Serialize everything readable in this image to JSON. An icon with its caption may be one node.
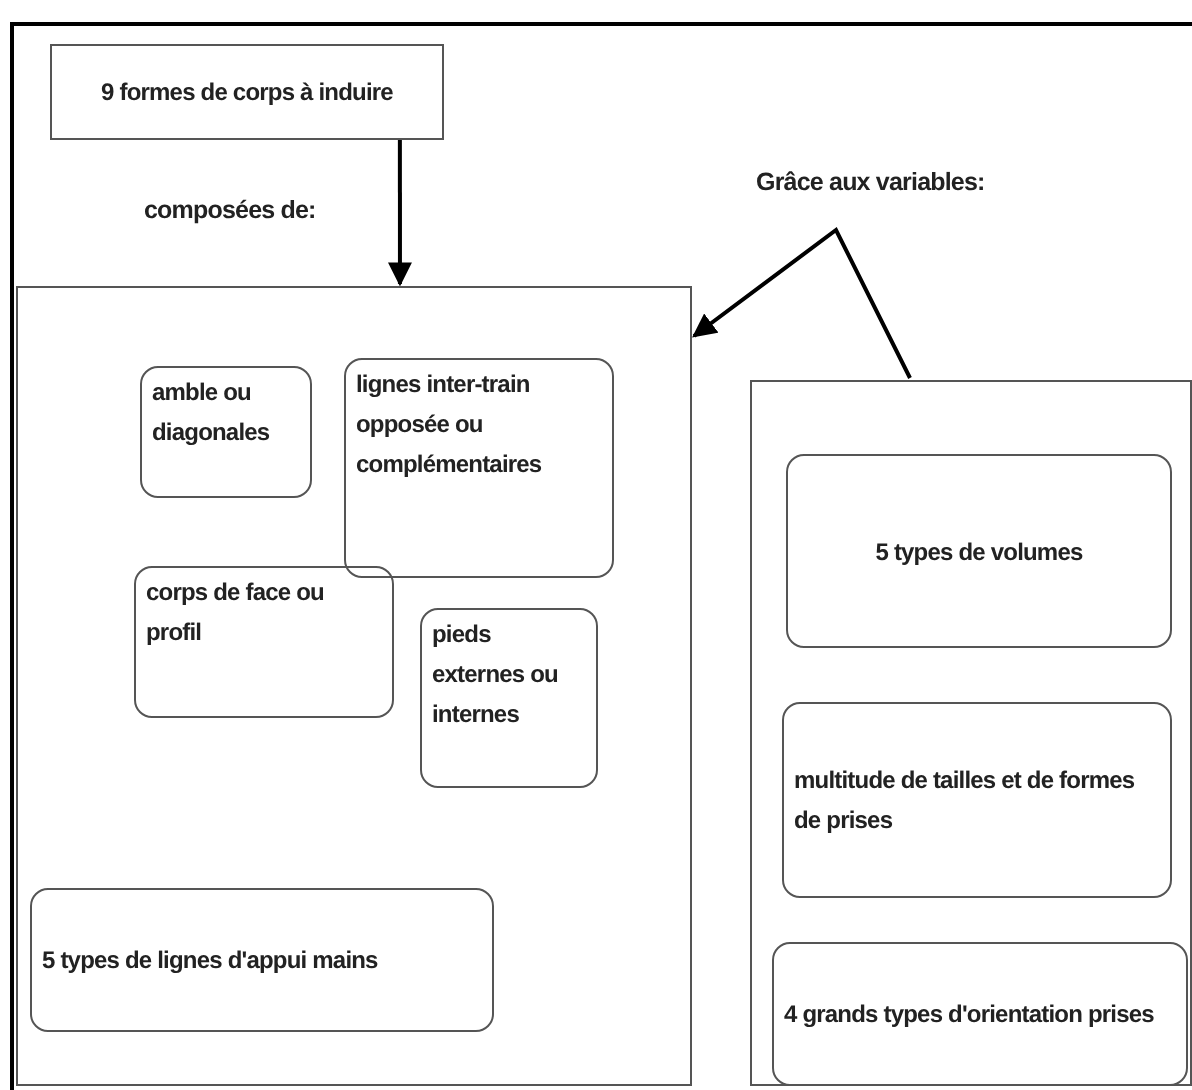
{
  "diagram": {
    "nodes": [
      {
        "text": [
          "9 formes de corps à induire"
        ]
      },
      {
        "text": [],
        "shape": "box"
      },
      {
        "text": [
          "amble ou diagonales"
        ],
        "in": 1
      },
      {
        "text": [
          "lignes inter-train opposée ou complémentaires"
        ],
        "in": 1
      },
      {
        "text": [
          "corps de face ou profil"
        ],
        "in": 1
      },
      {
        "text": [
          "pieds externes ou internes"
        ],
        "in": 1
      },
      {
        "text": [
          "5 types de lignes d'appui mains"
        ],
        "in": 1
      },
      {
        "text": [],
        "shape": "box"
      },
      {
        "text": [
          "5 types de volumes"
        ],
        "in": 7
      },
      {
        "text": [
          "multitude de tailles et de formes de prises"
        ],
        "in": 7
      },
      {
        "text": [
          "4 grands types d'orientation prises"
        ],
        "in": 7
      }
    ],
    "edges": [
      {
        "from": 0,
        "to": 1,
        "arrow": "to",
        "label": "composées de:"
      },
      {
        "from": 7,
        "to": 1,
        "arrow": "to",
        "label": "Grâce aux variables:"
      }
    ]
  }
}
